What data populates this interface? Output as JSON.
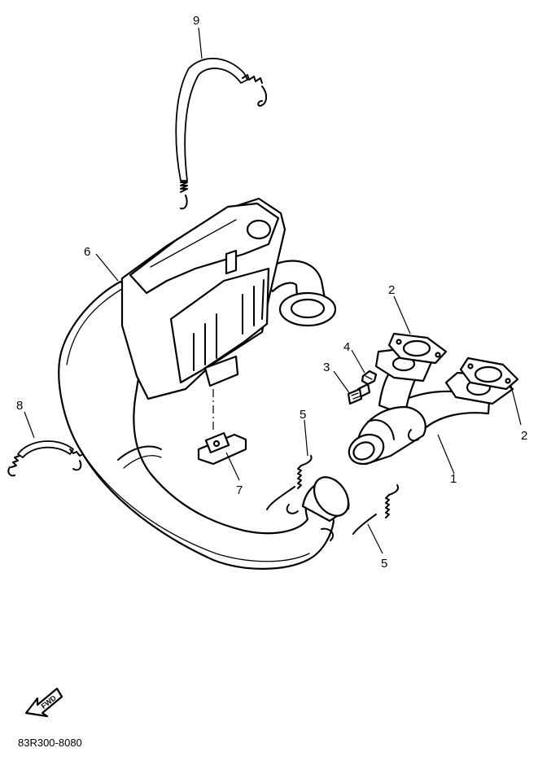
{
  "diagram": {
    "callouts": [
      {
        "id": "c1",
        "text": "1"
      },
      {
        "id": "c2a",
        "text": "2"
      },
      {
        "id": "c2b",
        "text": "2"
      },
      {
        "id": "c3",
        "text": "3"
      },
      {
        "id": "c4",
        "text": "4"
      },
      {
        "id": "c5a",
        "text": "5"
      },
      {
        "id": "c5b",
        "text": "5"
      },
      {
        "id": "c6",
        "text": "6"
      },
      {
        "id": "c7",
        "text": "7"
      },
      {
        "id": "c8",
        "text": "8"
      },
      {
        "id": "c9",
        "text": "9"
      }
    ],
    "direction_badge": "FWD",
    "drawing_code": "83R300-8080"
  }
}
